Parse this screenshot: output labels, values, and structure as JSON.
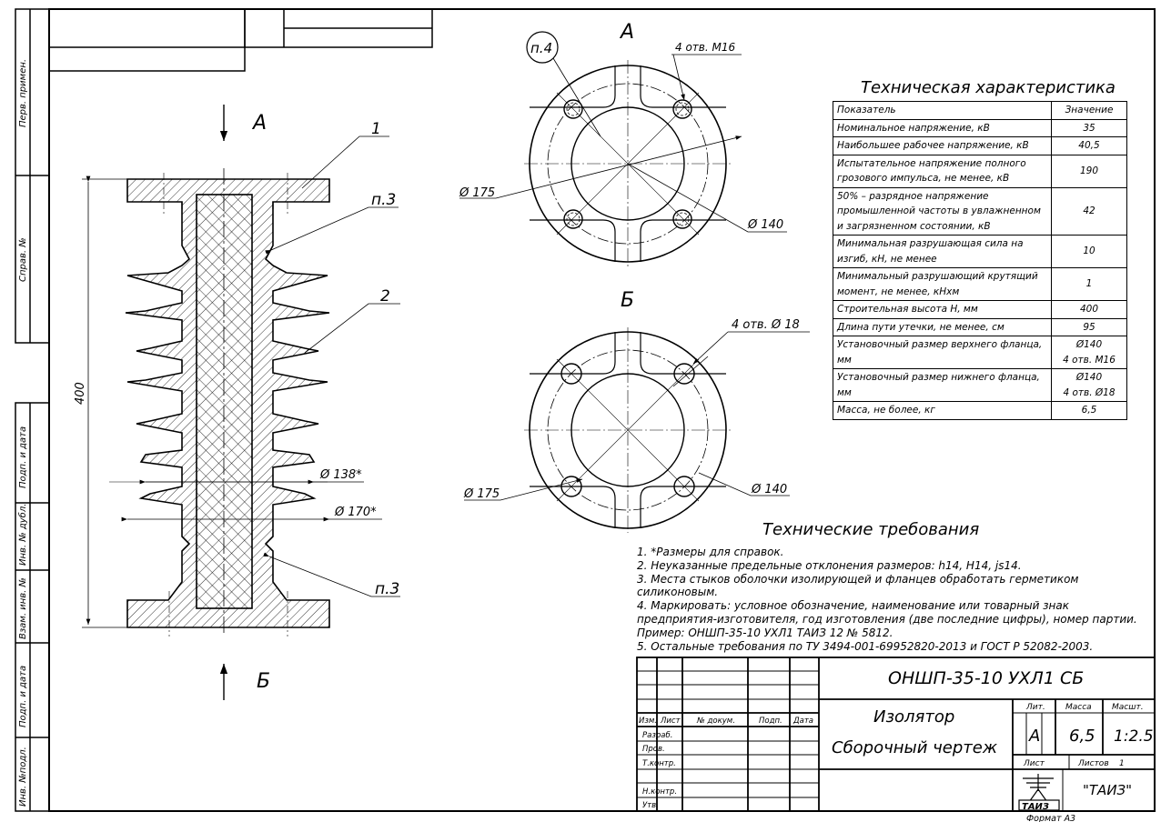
{
  "frame": {
    "side_stamps": [
      "Перв. примен.",
      "Справ. №",
      "Подп. и дата",
      "Инв. № дубл.",
      "Взам. инв. №",
      "Подп. и дата",
      "Инв. №подл."
    ]
  },
  "views": {
    "section_a_label": "А",
    "section_b_label": "Б",
    "view_a_title": "А",
    "view_b_title": "Б"
  },
  "callouts": {
    "pos1": "1",
    "pos2": "2",
    "p3_top": "п.3",
    "p3_bottom": "п.3",
    "p4": "п.4"
  },
  "dimensions": {
    "height": "400",
    "d138": "Ø 138*",
    "d170": "Ø 170*",
    "a_holes": "4 отв. М16",
    "a_d175": "Ø 175",
    "a_d140": "Ø 140",
    "b_holes": "4 отв.  Ø 18",
    "b_d175": "Ø 175",
    "b_d140": "Ø 140"
  },
  "tech_characteristics": {
    "title": "Техническая характеристика",
    "headers": [
      "Показатель",
      "Значение"
    ],
    "rows": [
      [
        "Номинальное напряжение, кВ",
        "35"
      ],
      [
        "Наибольшее рабочее напряжение, кВ",
        "40,5"
      ],
      [
        "Испытательное напряжение полного грозового импульса, не менее, кВ",
        "190"
      ],
      [
        "50% – разрядное напряжение промышленной частоты в увлажненном и загрязненном состоянии, кВ",
        "42"
      ],
      [
        "Минимальная разрушающая сила на изгиб, кН, не менее",
        "10"
      ],
      [
        "Минимальный разрушающий крутящий момент, не менее, кНхм",
        "1"
      ],
      [
        "Строительная высота Н, мм",
        "400"
      ],
      [
        "Длина пути утечки, не менее, см",
        "95"
      ],
      [
        "Установочный размер верхнего фланца, мм",
        "Ø140\n4 отв. М16"
      ],
      [
        "Установочный размер нижнего фланца, мм",
        "Ø140\n4 отв. Ø18"
      ],
      [
        "Масса, не более, кг",
        "6,5"
      ]
    ]
  },
  "tech_requirements": {
    "title": "Технические требования",
    "items": [
      "1. *Размеры для справок.",
      "2. Неуказанные предельные отклонения размеров: h14, H14, js14.",
      "3. Места стыков оболочки изолирующей и фланцев обработать герметиком силиконовым.",
      "4. Маркировать: условное обозначение, наименование или товарный знак предприятия-изготовителя, год изготовления (две последние цифры), номер партии. Пример: ОНШП-35-10 УХЛ1 ТАИЗ 12 № 5812.",
      "5. Остальные требования по ТУ 3494-001-69952820-2013 и ГОСТ Р 52082-2003."
    ]
  },
  "title_block": {
    "designation": "ОНШП-35-10 УХЛ1 СБ",
    "name_line1": "Изолятор",
    "name_line2": "Сборочный чертеж",
    "col_headers": [
      "Изм.",
      "Лист",
      "№ докум.",
      "Подп.",
      "Дата"
    ],
    "roles": [
      "Разраб.",
      "Пров.",
      "Т.контр.",
      "",
      "Н.контр.",
      "Утв."
    ],
    "lit_label": "Лит.",
    "mass_label": "Масса",
    "scale_label": "Масшт.",
    "lit_value": "А",
    "mass_value": "6,5",
    "scale_value": "1:2.5",
    "sheet_label": "Лист",
    "sheets_label": "Листов",
    "sheets_value": "1",
    "org": "\"ТАИЗ\"",
    "logo_text": "ТАИЗ",
    "format": "Формат А3"
  }
}
